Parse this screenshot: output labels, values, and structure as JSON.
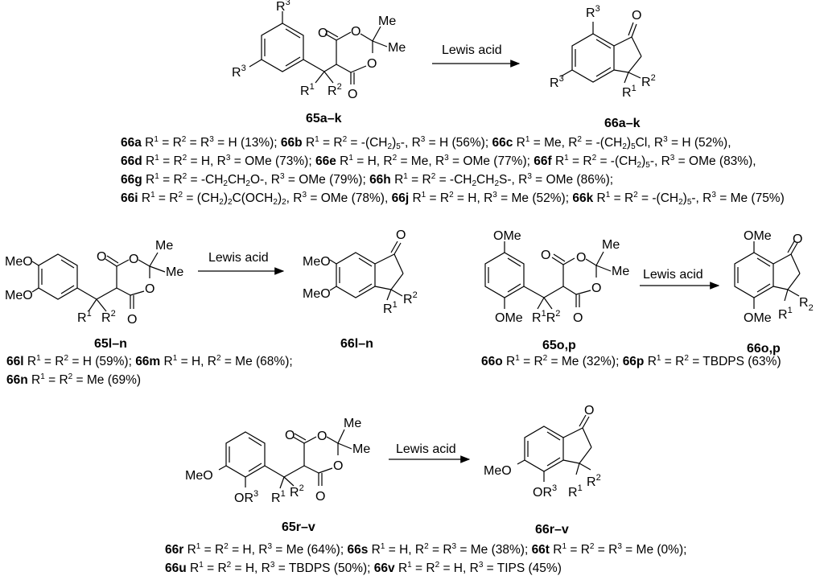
{
  "reagent": "Lewis acid",
  "reactions": [
    {
      "substrate_label": "65a–k",
      "product_label": "66a–k",
      "entries": [
        {
          "id": "66a",
          "text": "R1 = R2 = R3 = H",
          "yield": "13%"
        },
        {
          "id": "66b",
          "text": "R1 = R2 = -(CH2)5-, R3 = H",
          "yield": "56%"
        },
        {
          "id": "66c",
          "text": "R1 = Me, R2 = -(CH2)5Cl, R3 = H",
          "yield": "52%"
        },
        {
          "id": "66d",
          "text": "R1 = R2 = H, R3 = OMe",
          "yield": "73%"
        },
        {
          "id": "66e",
          "text": "R1 = H, R2 = Me, R3 = OMe",
          "yield": "77%"
        },
        {
          "id": "66f",
          "text": "R1 = R2 = -(CH2)5-, R3 = OMe",
          "yield": "83%"
        },
        {
          "id": "66g",
          "text": "R1 = R2 = -CH2CH2O-, R3 = OMe",
          "yield": "79%"
        },
        {
          "id": "66h",
          "text": "R1 = R2 = -CH2CH2S-, R3 = OMe",
          "yield": "86%"
        },
        {
          "id": "66i",
          "text": "R1 = R2 = (CH2)2C(OCH2)2, R3 = OMe",
          "yield": "78%"
        },
        {
          "id": "66j",
          "text": "R1 = R2 = H, R3 = Me",
          "yield": "52%"
        },
        {
          "id": "66k",
          "text": "R1 = R2 = -(CH2)5-, R3 = Me",
          "yield": "75%"
        }
      ]
    },
    {
      "substrate_label": "65l–n",
      "product_label": "66l–n",
      "entries": [
        {
          "id": "66l",
          "text": "R1 = R2 = H",
          "yield": "59%"
        },
        {
          "id": "66m",
          "text": "R1 = H, R2 = Me",
          "yield": "68%"
        },
        {
          "id": "66n",
          "text": "R1 = R2 = Me",
          "yield": "69%"
        }
      ]
    },
    {
      "substrate_label": "65o,p",
      "product_label": "66o,p",
      "entries": [
        {
          "id": "66o",
          "text": "R1 = R2 = Me",
          "yield": "32%"
        },
        {
          "id": "66p",
          "text": "R1 = R2 = TBDPS",
          "yield": "63%"
        }
      ]
    },
    {
      "substrate_label": "65r–v",
      "product_label": "66r–v",
      "entries": [
        {
          "id": "66r",
          "text": "R1 = R2 = H, R3 = Me",
          "yield": "64%"
        },
        {
          "id": "66s",
          "text": "R1 = H, R2 = R3 = Me",
          "yield": "38%"
        },
        {
          "id": "66t",
          "text": "R1 = R2 = R3 = Me",
          "yield": "0%"
        },
        {
          "id": "66u",
          "text": "R1 = R2 = H, R3 = TBDPS",
          "yield": "50%"
        },
        {
          "id": "66v",
          "text": "R1 = R2 = H, R3 = TIPS",
          "yield": "45%"
        }
      ]
    }
  ],
  "atoms": {
    "me": "Me",
    "o": "O",
    "r": "R",
    "meo": "MeO",
    "ome": "OMe",
    "or": "OR",
    "one": "1",
    "two": "2",
    "three": "3"
  }
}
